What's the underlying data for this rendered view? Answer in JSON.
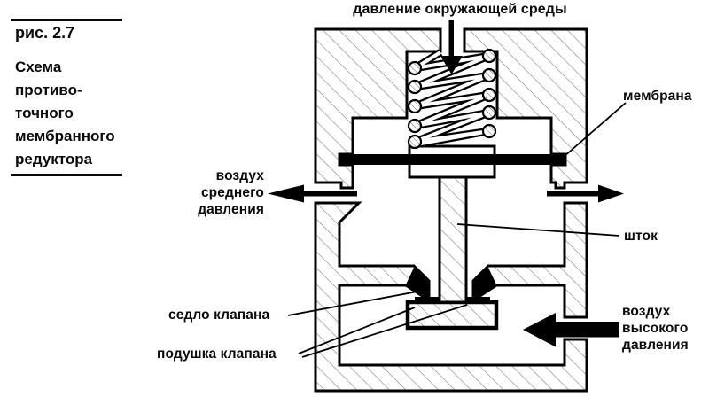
{
  "sidebar": {
    "figure_number": "рис. 2.7",
    "caption_lines": [
      "Схема",
      "противо-",
      "точного",
      "мембранного",
      "редуктора"
    ]
  },
  "diagram_labels": {
    "ambient_pressure": "давление окружающей среды",
    "membrane": "мембрана",
    "medium_pressure_air": [
      "воздух",
      "среднего",
      "давления"
    ],
    "stem": "шток",
    "valve_seat": "седло клапана",
    "valve_pad": "подушка клапана",
    "high_pressure_air": [
      "воздух",
      "высокого",
      "давления"
    ]
  },
  "colors": {
    "ink": "#000000",
    "hatch_line": "#8a8a8a",
    "background": "#ffffff"
  }
}
